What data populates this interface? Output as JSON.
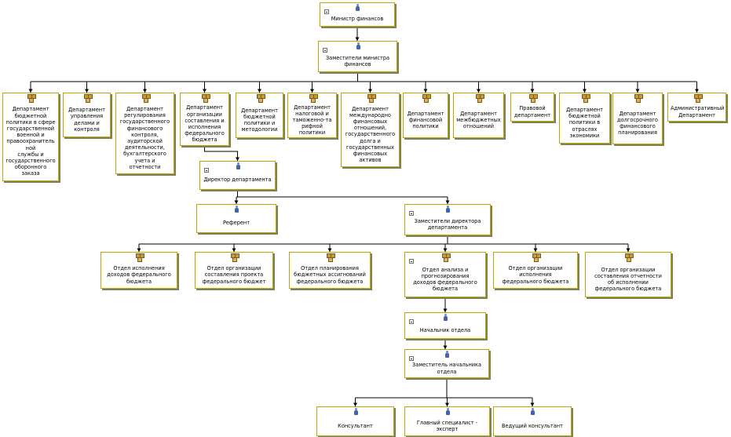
{
  "nodes": {
    "minister": "Министр финансов",
    "deputies": "Заместители министра\nфинансов",
    "d1": "Департамент\nбюджетной\nполитики в сфере\nгосударственной\nвоенной и\nправоохранитель\nной\nслужбы и\nгосударственного\nоборонного\nзаказа",
    "d2": "Департамент\nуправления\nделами и\nконтроля",
    "d3": "Департамент\nрегулирования\nгосударственного\nфинансового\nконтроля,\nаудиторской\nдеятельности,\nбухгалтерского\nучета и\nотчетности",
    "d4": "Департамент\nорганизации\nсоставления и\nисполнения\nфедерального\nбюджета",
    "d5": "Департамент\nбюджетной\nполитики и\nметодологии",
    "d6": "Департамент\nналоговой и\nтаможенно-та\nрифной\nполитики",
    "d7": "Департамент\nмеждународно\nфинансовых\nотношений,\nгосударственного\nдолга и\nгосударственных\nфинансовых\nактивов",
    "d8": "Департамент\nфинансовой\nполитики",
    "d9": "Департамент\nмежбюджетных\nотношений",
    "d10": "Правовой\nдепартамент",
    "d11": "Департамент\nбюджетной\nполитики в\nотраслях\nэкономики",
    "d12": "Департамент\nдолгосрочного\nфинансового\nпланирования",
    "d13": "Административный\nДепартамент",
    "director": "Директор департамента",
    "referent": "Референт",
    "dep_director": "Заместители директора\nдепартамента",
    "o1": "Отдел исполнения\nдоходов федерального\nбюджета",
    "o2": "Отдел организации\nсоставления проекта\nфедерального бюджет",
    "o3": "Отдел планирования\nбюджетных ассигнований\nфедерального бюджета",
    "o4": "Отдел анализа и\nпрогнозирования\nдоходов федерального\nбюджета",
    "o5": "Отдел организации\nисполнения\nфедерального бюджета",
    "o6": "Отдел организации\nсоставления отчетности\nоб исполнении\nфедерального бюджета",
    "head": "Начальник отдела",
    "dep_head": "Заместитель начальника\nотдела",
    "s1": "Консультант",
    "s2": "Главный специалист -\nэксперт",
    "s3": "Ведущий консультант"
  },
  "colors": {
    "border": "#b8a800",
    "shadow": "#7f7f5a",
    "line": "#000000"
  }
}
